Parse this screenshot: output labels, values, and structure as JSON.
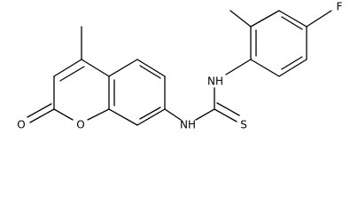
{
  "structure": {
    "atoms": {
      "ring_oxygen": "O",
      "carbonyl_oxygen": "O",
      "thione_sulfur": "S",
      "amine_left": "NH",
      "amine_right": "NH",
      "fluorine": "F"
    }
  },
  "colors": {
    "bond": "#000000",
    "text": "#000000",
    "background": "#ffffff"
  }
}
